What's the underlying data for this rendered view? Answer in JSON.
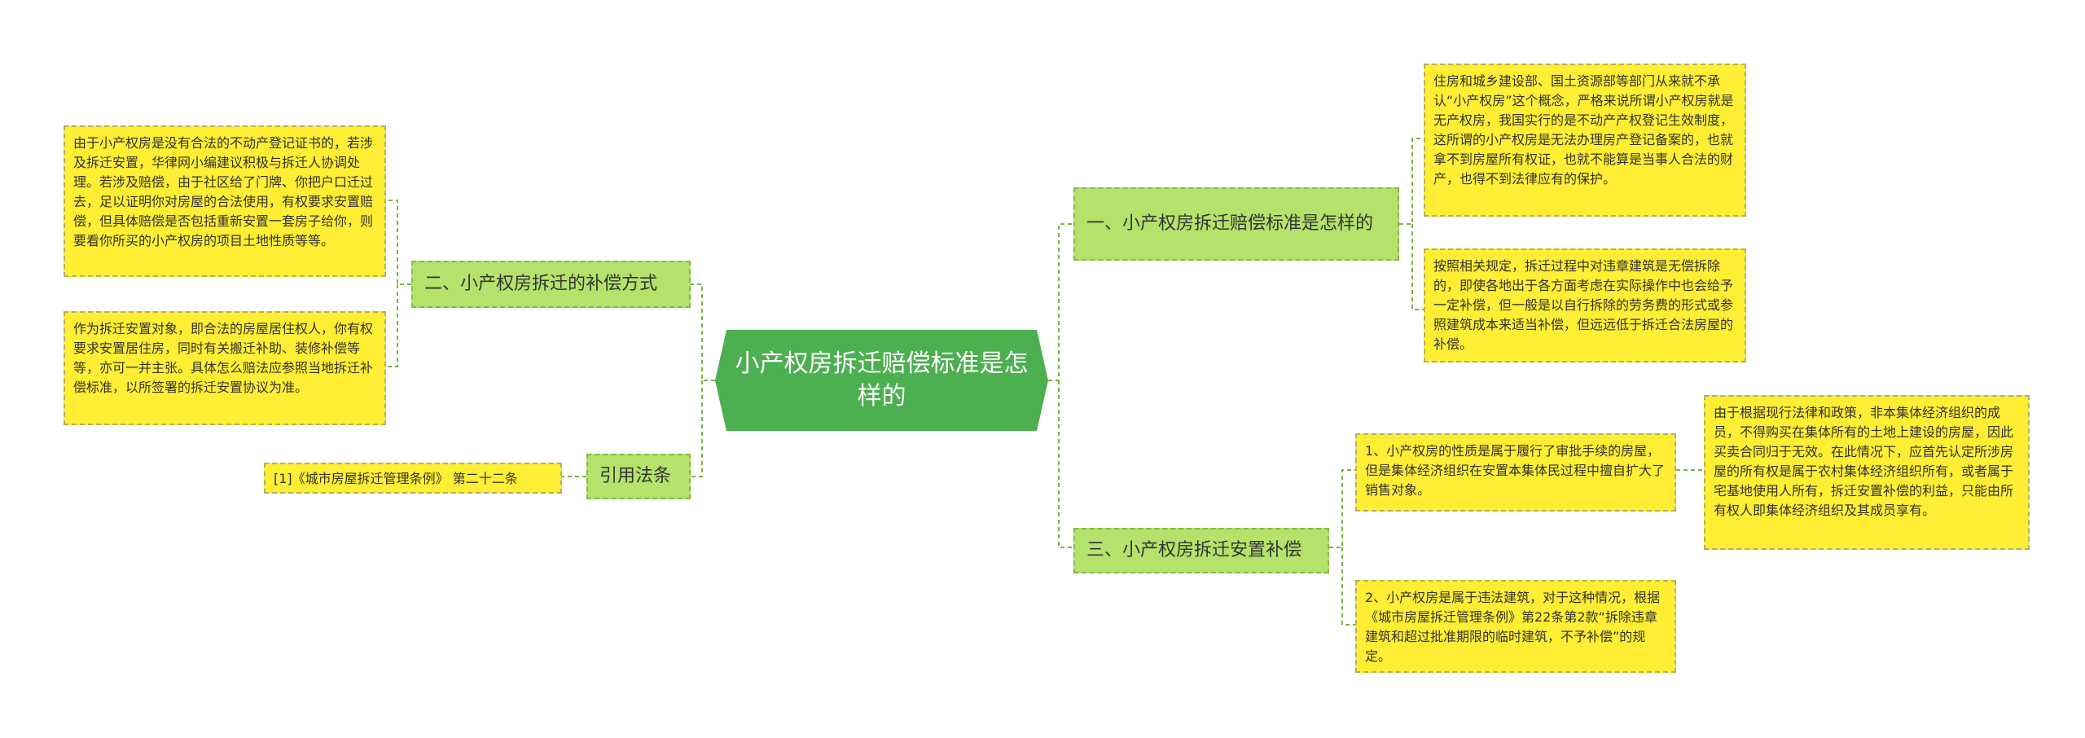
{
  "colors": {
    "center_fill": "#4caf50",
    "branch_fill": "#b4e26b",
    "leaf_fill": "#ffee33",
    "connector": "#7cb342"
  },
  "center": {
    "title": "小产权房拆迁赔偿标准是怎样的"
  },
  "branches": {
    "standard": {
      "label": "一、小产权房拆迁赔偿标准是怎样的",
      "leaves": [
        "住房和城乡建设部、国土资源部等部门从来就不承认“小产权房”这个概念，严格来说所谓小产权房就是无产权房，我国实行的是不动产产权登记生效制度，这所谓的小产权房是无法办理房产登记备案的，也就拿不到房屋所有权证，也就不能算是当事人合法的财产，也得不到法律应有的保护。",
        "按照相关规定，拆迁过程中对违章建筑是无偿拆除的，即使各地出于各方面考虑在实际操作中也会给予一定补偿，但一般是以自行拆除的劳务费的形式或参照建筑成本来适当补偿，但远远低于拆迁合法房屋的补偿。"
      ]
    },
    "compensation": {
      "label": "二、小产权房拆迁的补偿方式",
      "leaves": [
        "由于小产权房是没有合法的不动产登记证书的，若涉及拆迁安置，华律网小编建议积极与拆迁人协调处理。若涉及赔偿，由于社区给了门牌、你把户口迁过去，足以证明你对房屋的合法使用，有权要求安置赔偿，但具体赔偿是否包括重新安置一套房子给你，则要看你所买的小产权房的项目土地性质等等。",
        "作为拆迁安置对象，即合法的房屋居住权人，你有权要求安置居住房，同时有关搬迁补助、装修补偿等等，亦可一并主张。具体怎么赔法应参照当地拆迁补偿标准，以所签署的拆迁安置协议为准。"
      ]
    },
    "resettlement": {
      "label": "三、小产权房拆迁安置补偿",
      "leaves": [
        "1、小产权房的性质是属于履行了审批手续的房屋，但是集体经济组织在安置本集体民过程中擅自扩大了销售对象。",
        "2、小产权房是属于违法建筑，对于这种情况，根据《城市房屋拆迁管理条例》第22条第2款“拆除违章建筑和超过批准期限的临时建筑，不予补偿”的规定。"
      ],
      "sub_leaf": "由于根据现行法律和政策，非本集体经济组织的成员，不得购买在集体所有的土地上建设的房屋，因此买卖合同归于无效。在此情况下，应首先认定所涉房屋的所有权是属于农村集体经济组织所有，或者属于宅基地使用人所有，拆迁安置补偿的利益，只能由所有权人即集体经济组织及其成员享有。"
    },
    "citation": {
      "label": "引用法条",
      "leaves": [
        "[1]《城市房屋拆迁管理条例》 第二十二条"
      ]
    }
  }
}
